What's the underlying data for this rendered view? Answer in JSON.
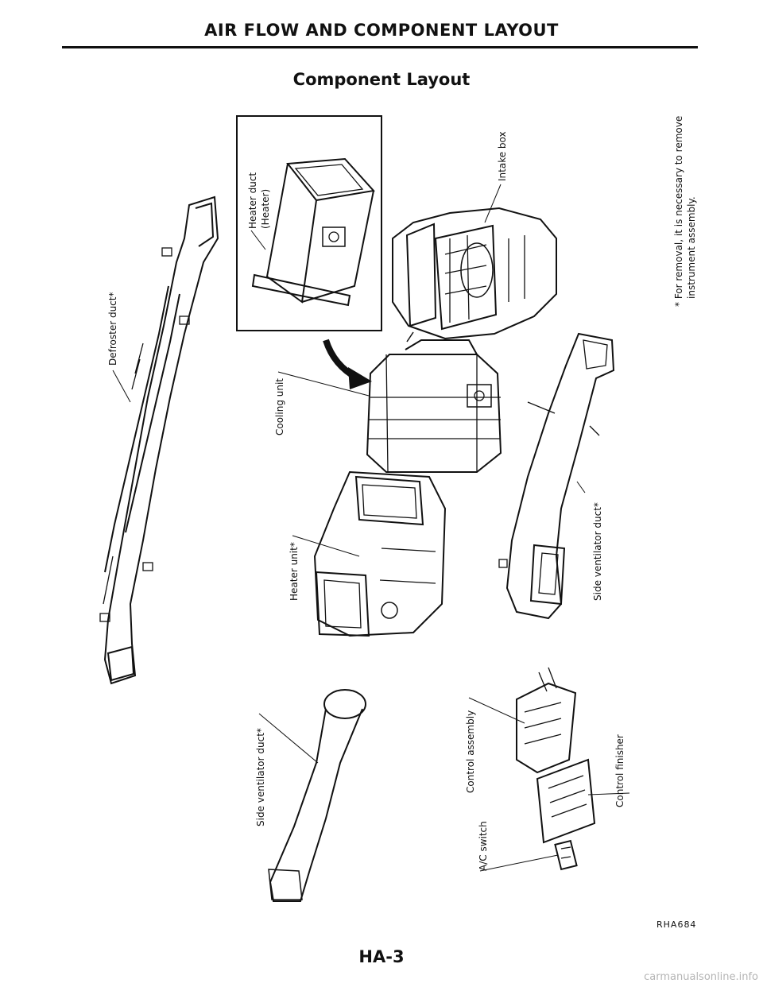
{
  "page": {
    "section_title": "AIR FLOW AND COMPONENT LAYOUT",
    "subtitle": "Component Layout",
    "figure_code": "RHA684",
    "page_number": "HA-3",
    "watermark": "carmanualsonline.info"
  },
  "labels": {
    "defroster_duct": "Defroster duct*",
    "heater_duct_line1": "Heater duct",
    "heater_duct_line2": "(Heater)",
    "intake_box": "Intake box",
    "cooling_unit": "Cooling unit",
    "heater_unit": "Heater unit*",
    "side_ventilator_duct_right": "Side ventilator duct*",
    "side_ventilator_duct_left": "Side ventilator duct*",
    "control_assembly": "Control assembly",
    "control_finisher": "Control finisher",
    "ac_switch": "A/C switch"
  },
  "footnote": {
    "line1": "* For removal, it is necessary to remove",
    "line2": "instrument assembly."
  }
}
